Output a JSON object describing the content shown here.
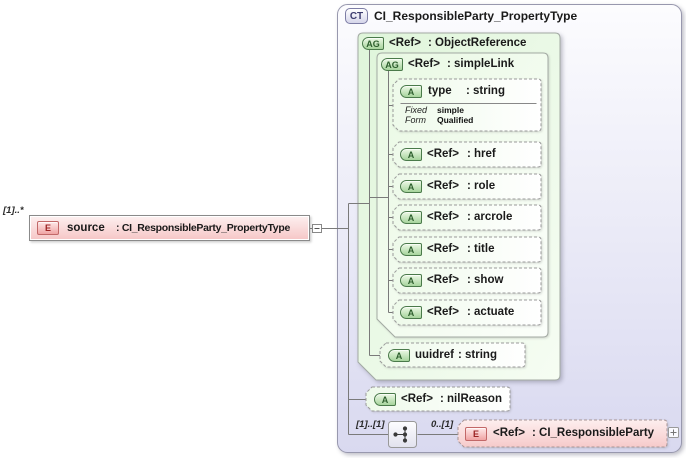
{
  "colors": {
    "complex_type_fill_bottom": "#d9d9f0",
    "group_fill_green": "#dff5da",
    "attribute_fill_green": "#eefaea",
    "element_fill_pink": "#f6c6c6",
    "icon_green_border": "#4a7a4a",
    "icon_pink_border": "#c26868",
    "connector_gray": "#7a7a7a"
  },
  "source_element": {
    "cardinality": "[1]..*",
    "icon": "E",
    "name": "source",
    "type": ": CI_ResponsibleParty_PropertyType"
  },
  "complex_type": {
    "icon": "CT",
    "title": "CI_ResponsibleParty_PropertyType",
    "object_reference": {
      "icon": "AG",
      "ref": "<Ref>",
      "type": ": ObjectReference",
      "simple_link": {
        "icon": "AG",
        "ref": "<Ref>",
        "type": ": simpleLink",
        "type_attribute": {
          "icon": "A",
          "name": "type",
          "type": ": string",
          "properties": [
            {
              "label": "Fixed",
              "value": "simple"
            },
            {
              "label": "Form",
              "value": "Qualified"
            }
          ]
        },
        "attributes": [
          {
            "icon": "A",
            "ref": "<Ref>",
            "type": ": href"
          },
          {
            "icon": "A",
            "ref": "<Ref>",
            "type": ": role"
          },
          {
            "icon": "A",
            "ref": "<Ref>",
            "type": ": arcrole"
          },
          {
            "icon": "A",
            "ref": "<Ref>",
            "type": ": title"
          },
          {
            "icon": "A",
            "ref": "<Ref>",
            "type": ": show"
          },
          {
            "icon": "A",
            "ref": "<Ref>",
            "type": ": actuate"
          }
        ]
      },
      "uuidref_attribute": {
        "icon": "A",
        "name": "uuidref",
        "type": ": string"
      }
    },
    "nilreason_attribute": {
      "icon": "A",
      "ref": "<Ref>",
      "type": ": nilReason"
    },
    "sequence": {
      "cardinality": "[1]..[1]",
      "child_cardinality": "0..[1]",
      "element": {
        "icon": "E",
        "ref": "<Ref>",
        "type": ": CI_ResponsibleParty",
        "expand_glyph": "+"
      }
    }
  }
}
